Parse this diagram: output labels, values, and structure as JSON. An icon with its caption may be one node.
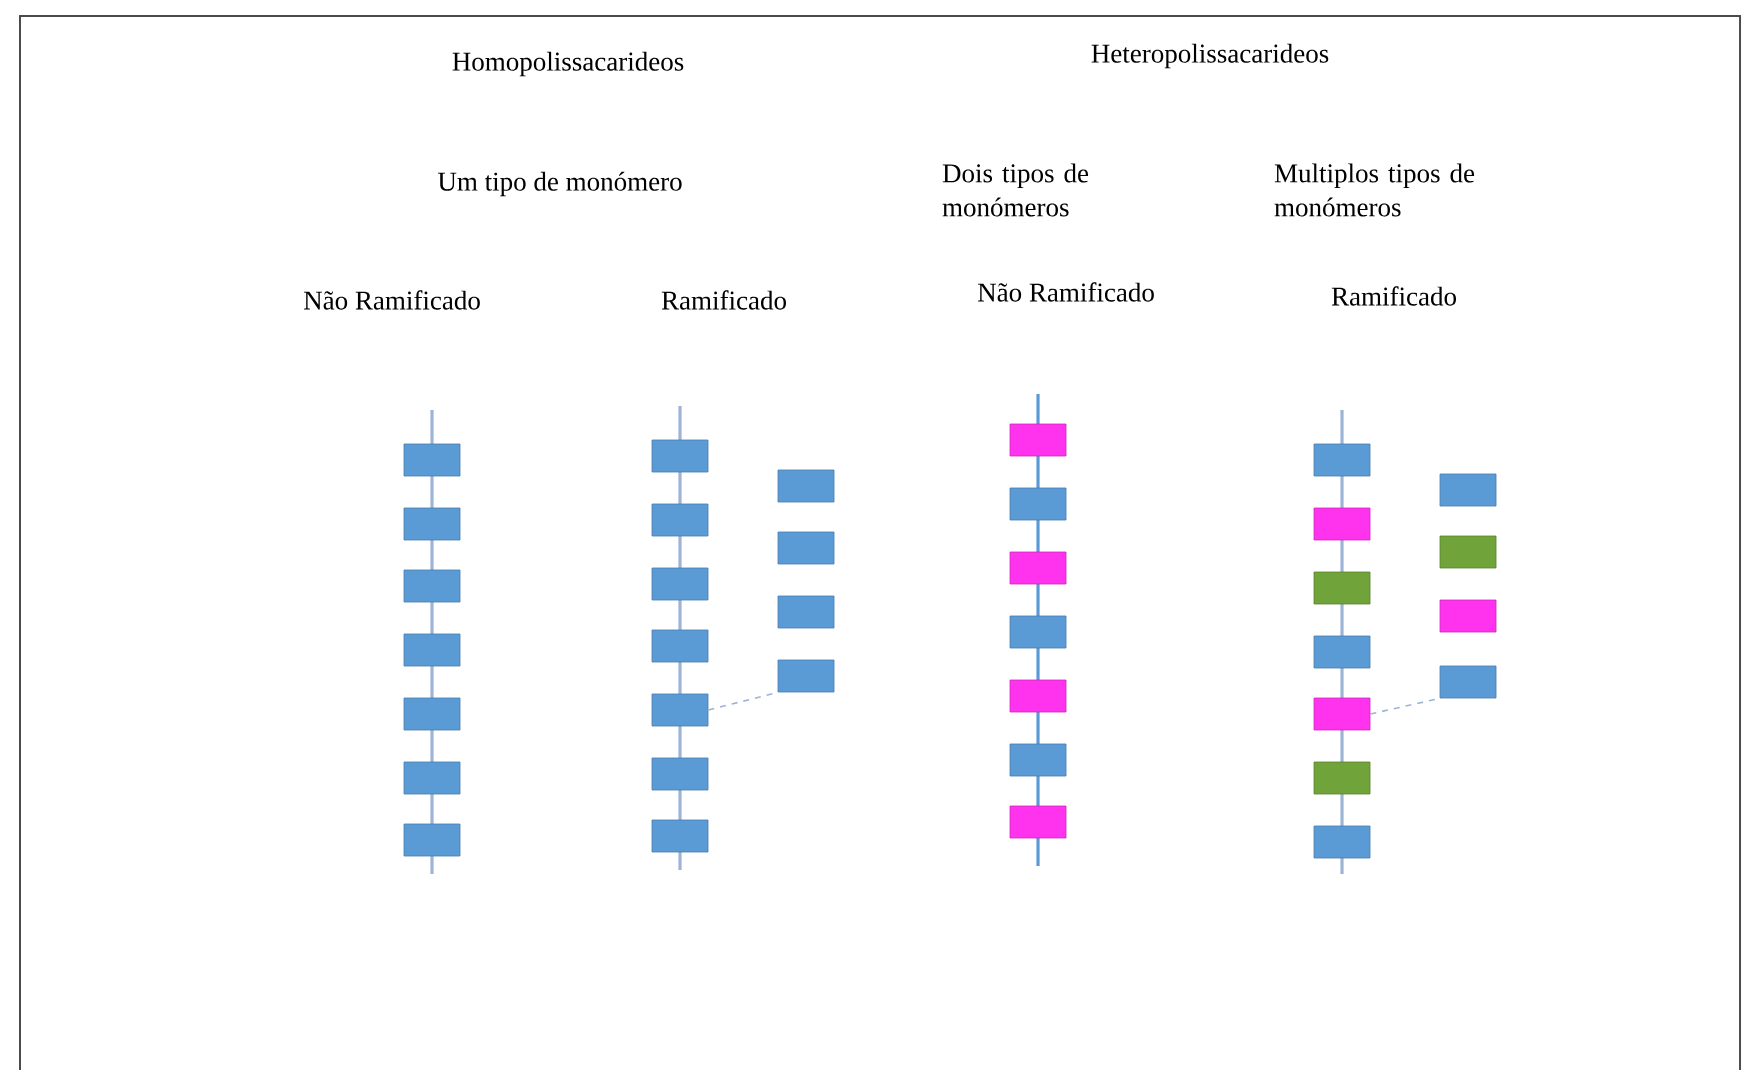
{
  "diagram": {
    "nodes": [
      {
        "text": [],
        "shape": "box"
      },
      {
        "text": [],
        "shape": "box"
      },
      {
        "text": [],
        "shape": "box"
      },
      {
        "text": [],
        "shape": "box"
      },
      {
        "text": [],
        "shape": "box"
      },
      {
        "text": [],
        "shape": "box"
      },
      {
        "text": [],
        "shape": "box"
      },
      {
        "text": [],
        "shape": "box"
      },
      {
        "text": [],
        "shape": "box"
      },
      {
        "text": [],
        "shape": "box"
      },
      {
        "text": [],
        "shape": "box"
      },
      {
        "text": [],
        "shape": "box"
      },
      {
        "text": [],
        "shape": "box"
      },
      {
        "text": [],
        "shape": "box"
      },
      {
        "text": [],
        "shape": "box"
      },
      {
        "text": [],
        "shape": "box"
      },
      {
        "text": [],
        "shape": "box"
      },
      {
        "text": [],
        "shape": "box"
      },
      {
        "text": [],
        "shape": "box"
      },
      {
        "text": [],
        "shape": "box"
      },
      {
        "text": [],
        "shape": "box"
      },
      {
        "text": [],
        "shape": "box"
      },
      {
        "text": [],
        "shape": "box"
      },
      {
        "text": [],
        "shape": "box"
      },
      {
        "text": [],
        "shape": "box"
      },
      {
        "text": [],
        "shape": "box"
      },
      {
        "text": [],
        "shape": "box"
      },
      {
        "text": [],
        "shape": "box"
      },
      {
        "text": [],
        "shape": "box"
      },
      {
        "text": [],
        "shape": "box"
      },
      {
        "text": [],
        "shape": "box"
      },
      {
        "text": [],
        "shape": "box"
      },
      {
        "text": [],
        "shape": "box"
      },
      {
        "text": [],
        "shape": "box"
      },
      {
        "text": [],
        "shape": "box"
      },
      {
        "text": [],
        "shape": "box"
      }
    ],
    "edges": [
      {
        "from": 11,
        "to": 17,
        "arrow": "none",
        "style": "dashed"
      },
      {
        "from": 29,
        "to": 35,
        "arrow": "none",
        "style": "dashed"
      }
    ],
    "labels": [
      "Homopolissacarideos",
      "Heteropolissacarideos",
      "Um tipo de monómero",
      "Dois tipos de monómeros",
      "Multiplos tipos de monómeros",
      "Não Ramificado",
      "Ramificado",
      "Não Ramificado",
      "Ramificado"
    ]
  }
}
